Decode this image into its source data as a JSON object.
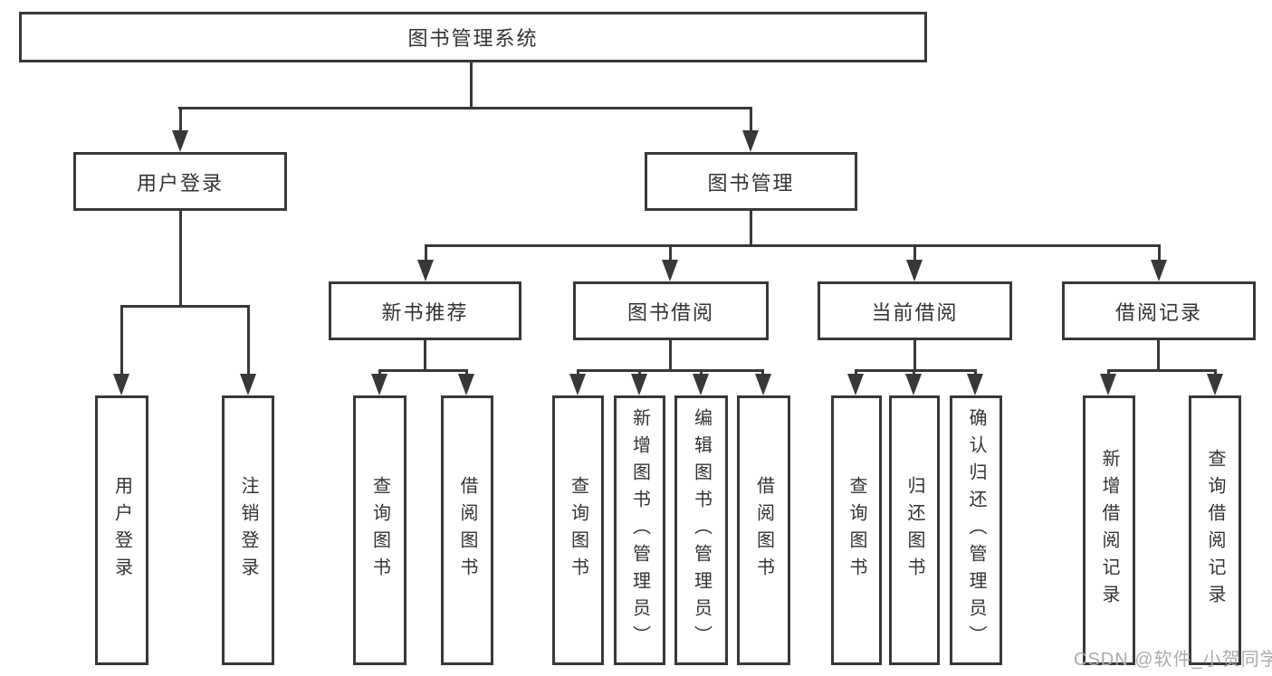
{
  "root": {
    "label": "图书管理系统"
  },
  "level2": [
    {
      "label": "用户登录"
    },
    {
      "label": "图书管理"
    }
  ],
  "level3": [
    {
      "label": "新书推荐"
    },
    {
      "label": "图书借阅"
    },
    {
      "label": "当前借阅"
    },
    {
      "label": "借阅记录"
    }
  ],
  "leaves": [
    {
      "label": "用户登录"
    },
    {
      "label": "注销登录"
    },
    {
      "label": "查询图书"
    },
    {
      "label": "借阅图书"
    },
    {
      "label": "查询图书"
    },
    {
      "label": "新增图书（管理员）"
    },
    {
      "label": "编辑图书（管理员）"
    },
    {
      "label": "借阅图书"
    },
    {
      "label": "查询图书"
    },
    {
      "label": "归还图书"
    },
    {
      "label": "确认归还（管理员）"
    },
    {
      "label": "新增借阅记录"
    },
    {
      "label": "查询借阅记录"
    }
  ],
  "watermark": {
    "text": "CSDN @软件_小贺同学"
  },
  "colors": {
    "line": "#383838",
    "text": "#333333",
    "watermark": "#ababab",
    "background": "#ffffff"
  }
}
